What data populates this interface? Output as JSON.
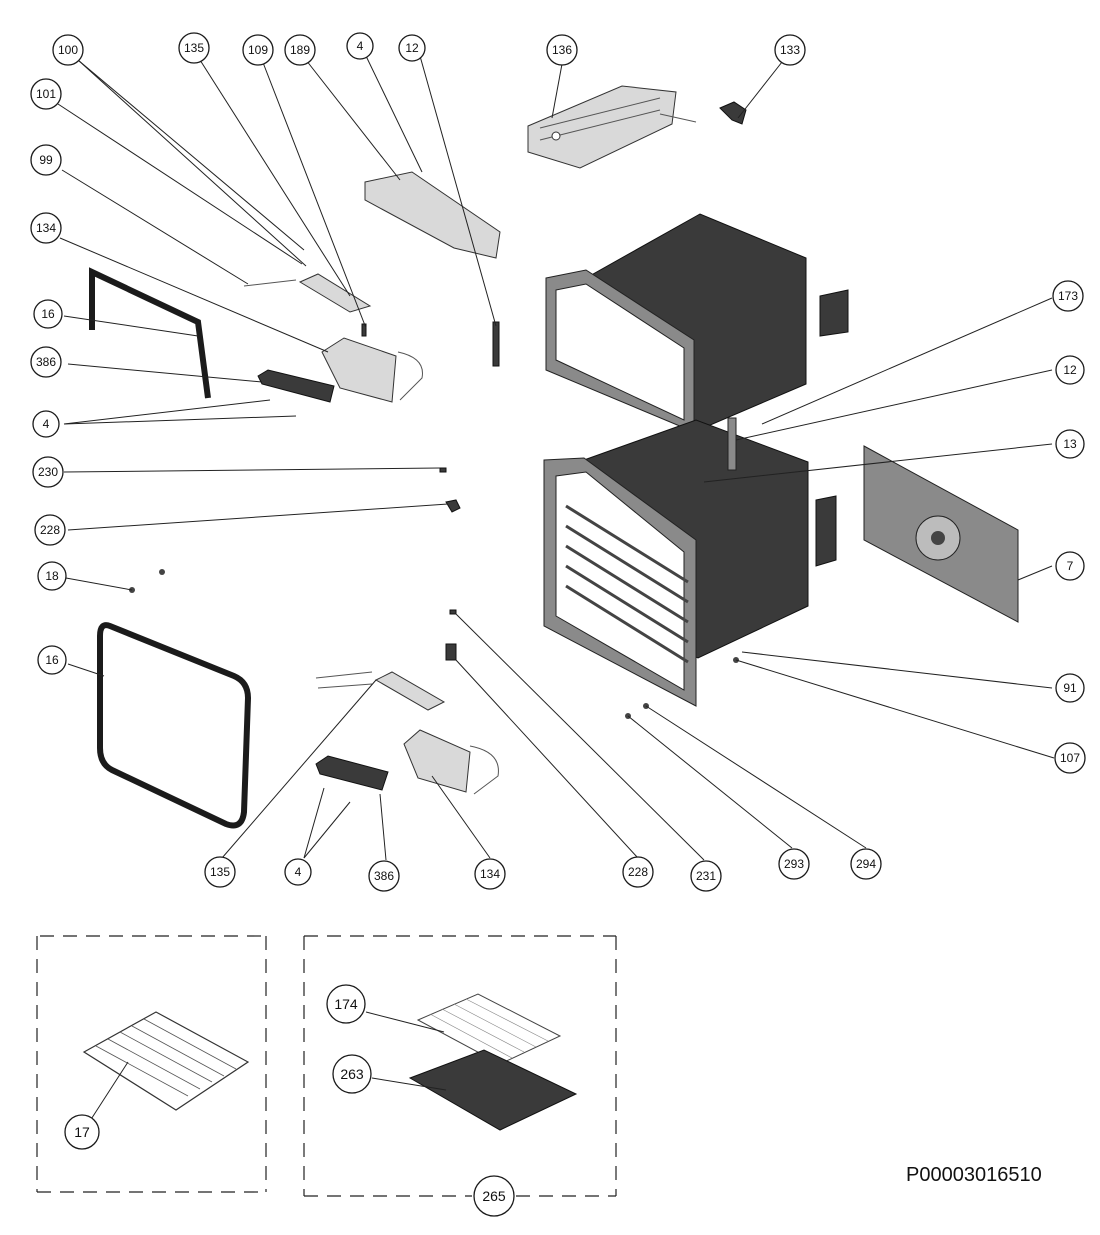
{
  "document_code": "P00003016510",
  "callouts": [
    "100",
    "135",
    "109",
    "189",
    "4",
    "12",
    "136",
    "133",
    "101",
    "99",
    "134",
    "16",
    "386",
    "4",
    "230",
    "228",
    "18",
    "16",
    "173",
    "12",
    "13",
    "7",
    "91",
    "107",
    "135",
    "4",
    "386",
    "134",
    "228",
    "231",
    "293",
    "294",
    "174",
    "263",
    "17",
    "265"
  ]
}
